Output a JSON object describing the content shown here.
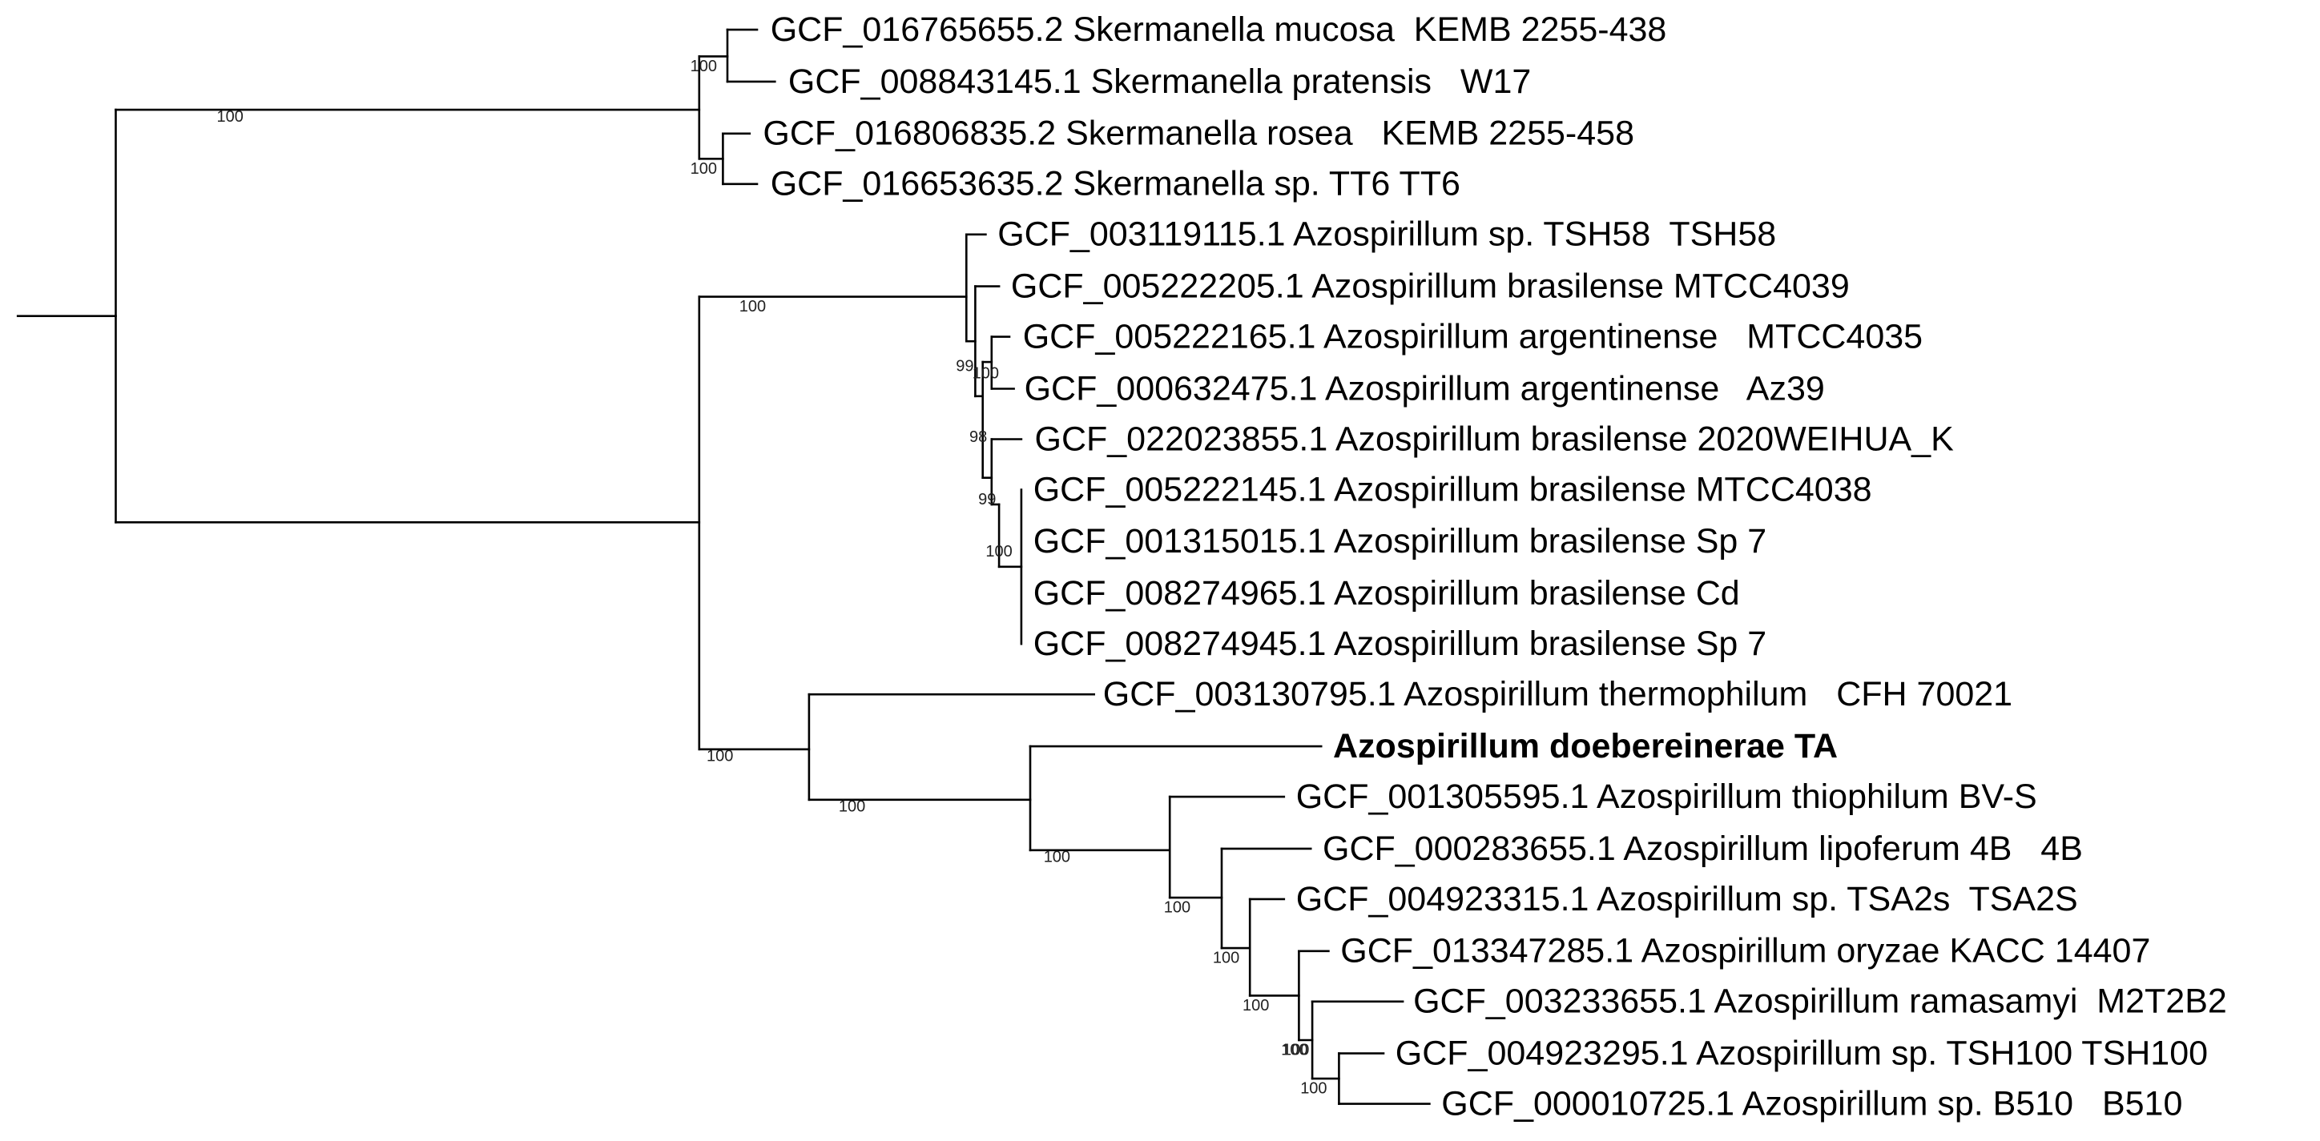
{
  "tree": {
    "leaves": [
      {
        "id": "L1",
        "label": "GCF_016765655.2 Skermanella mucosa  KEMB 2255-438"
      },
      {
        "id": "L2",
        "label": "GCF_008843145.1 Skermanella pratensis   W17"
      },
      {
        "id": "L3",
        "label": "GCF_016806835.2 Skermanella rosea   KEMB 2255-458"
      },
      {
        "id": "L4",
        "label": "GCF_016653635.2 Skermanella sp. TT6 TT6"
      },
      {
        "id": "L5",
        "label": "GCF_003119115.1 Azospirillum sp. TSH58  TSH58"
      },
      {
        "id": "L6",
        "label": "GCF_005222205.1 Azospirillum brasilense MTCC4039"
      },
      {
        "id": "L7",
        "label": "GCF_005222165.1 Azospirillum argentinense   MTCC4035"
      },
      {
        "id": "L8",
        "label": "GCF_000632475.1 Azospirillum argentinense   Az39"
      },
      {
        "id": "L9",
        "label": "GCF_022023855.1 Azospirillum brasilense 2020WEIHUA_K"
      },
      {
        "id": "L10",
        "label": "GCF_005222145.1 Azospirillum brasilense MTCC4038"
      },
      {
        "id": "L11",
        "label": "GCF_001315015.1 Azospirillum brasilense Sp 7"
      },
      {
        "id": "L12",
        "label": "GCF_008274965.1 Azospirillum brasilense Cd"
      },
      {
        "id": "L13",
        "label": "GCF_008274945.1 Azospirillum brasilense Sp 7"
      },
      {
        "id": "L14",
        "label": "GCF_003130795.1 Azospirillum thermophilum   CFH 70021"
      },
      {
        "id": "L15",
        "label": "Azospirillum doebereinerae TA",
        "bold": true
      },
      {
        "id": "L16",
        "label": "GCF_001305595.1 Azospirillum thiophilum BV-S"
      },
      {
        "id": "L17",
        "label": "GCF_000283655.1 Azospirillum lipoferum 4B   4B"
      },
      {
        "id": "L18",
        "label": "GCF_004923315.1 Azospirillum sp. TSA2s  TSA2S"
      },
      {
        "id": "L19",
        "label": "GCF_013347285.1 Azospirillum oryzae KACC 14407"
      },
      {
        "id": "L20",
        "label": "GCF_003233655.1 Azospirillum ramasamyi  M2T2B2"
      },
      {
        "id": "L21",
        "label": "GCF_004923295.1 Azospirillum sp. TSH100 TSH100"
      },
      {
        "id": "L22",
        "label": "GCF_000010725.1 Azospirillum sp. B510   B510"
      }
    ],
    "support_values": [
      {
        "node": "N_skermanella",
        "value": "100"
      },
      {
        "node": "N_mucosa_pratensis",
        "value": "100"
      },
      {
        "node": "N_rosea_tt6",
        "value": "100"
      },
      {
        "node": "N_azo_core",
        "value": "100"
      },
      {
        "node": "N_azo_a",
        "value": "99"
      },
      {
        "node": "N_argentinense",
        "value": "100"
      },
      {
        "node": "N_azo_b",
        "value": "98"
      },
      {
        "node": "N_azo_c",
        "value": "99"
      },
      {
        "node": "N_brasilense",
        "value": "100"
      },
      {
        "node": "N_azo_lower",
        "value": "100"
      },
      {
        "node": "N_thermo_rest",
        "value": "100"
      },
      {
        "node": "N_doeb_rest",
        "value": "100"
      },
      {
        "node": "N_thio_rest",
        "value": "100"
      },
      {
        "node": "N_lipo_rest",
        "value": "100"
      },
      {
        "node": "N_tsa2s_rest",
        "value": "100"
      },
      {
        "node": "N_oryzae_rest",
        "value": "100"
      },
      {
        "node": "N_ramasamyi_rest",
        "value": "100"
      },
      {
        "node": "N_tsh100_b510",
        "value": "100"
      }
    ]
  }
}
